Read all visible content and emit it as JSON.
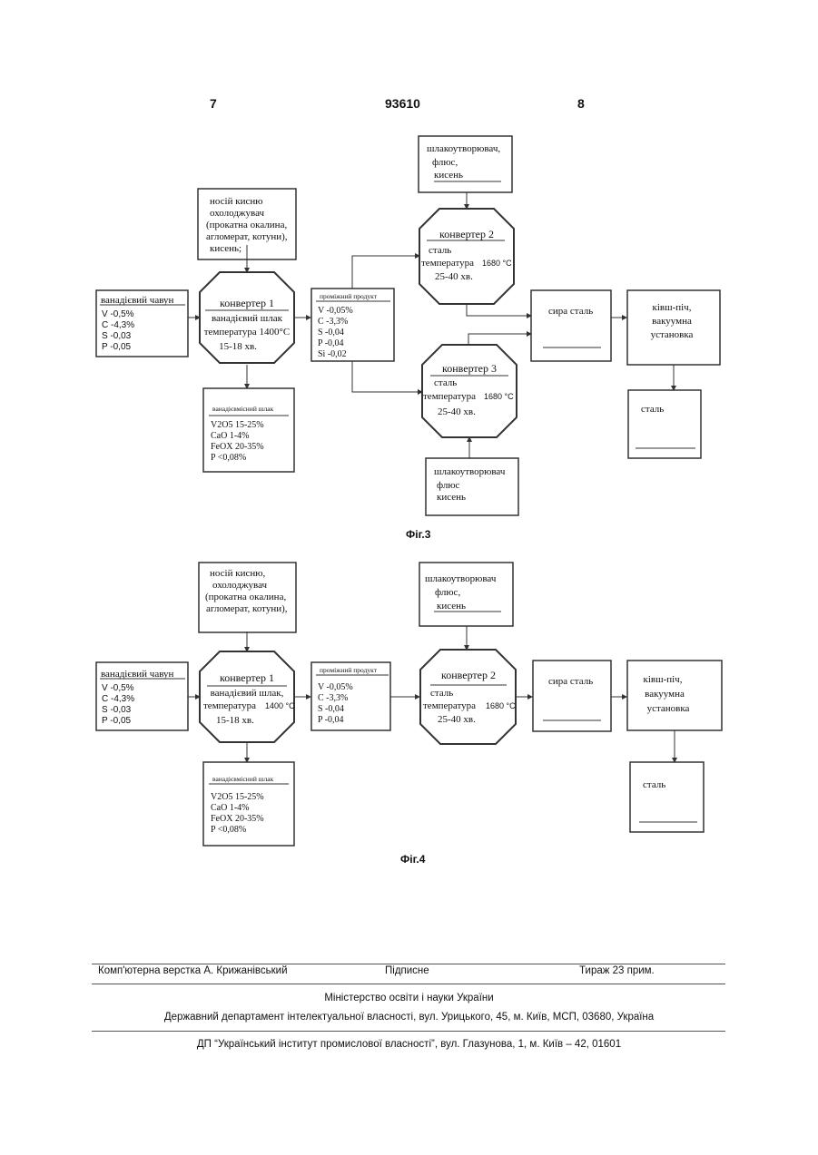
{
  "header": {
    "page_left": "7",
    "patent_number": "93610",
    "page_right": "8"
  },
  "fig3": {
    "caption": "Фіг.3",
    "oxygen_carrier": [
      "носій кисню",
      "охолоджувач",
      "(прокатна окалина,",
      "агломерат, котуни),",
      "кисень;"
    ],
    "vanadium_iron": {
      "title": "ванадієвий чавун",
      "lines": [
        "V -0,5%",
        "C -4,3%",
        "S -0,03",
        "P -0,05"
      ]
    },
    "converter1": [
      "конвертер 1",
      "ванадієвий шлак",
      "температура 1400°C",
      "15-18 хв."
    ],
    "intermediate": {
      "title": "проміжний продукт",
      "lines": [
        "V -0,05%",
        "C -3,3%",
        "S -0,04",
        "P -0,04",
        "Si -0,02"
      ]
    },
    "slag": {
      "title": "ванадієвмісний шлак",
      "lines": [
        "V2O5 15-25%",
        "CaO 1-4%",
        "FeOX 20-35%",
        "P <0,08%"
      ]
    },
    "flux_top": [
      "шлакоутворювач,",
      "флюс,",
      "кисень"
    ],
    "converter2": [
      "конвертер 2",
      "сталь",
      "температура",
      "1680 °C",
      "25-40 хв."
    ],
    "converter3": [
      "конвертер 3",
      "сталь",
      "температура",
      "1680 °C",
      "25-40 хв."
    ],
    "flux_bottom": [
      "шлакоутворювач",
      "флюс",
      "кисень"
    ],
    "raw_steel": "сира сталь",
    "ladle": [
      "ківш-піч,",
      "вакуумна",
      "установка"
    ],
    "steel": "сталь"
  },
  "fig4": {
    "caption": "Фіг.4",
    "oxygen_carrier": [
      "носій кисню,",
      "охолоджувач",
      "(прокатна окалина,",
      "агломерат, котуни),"
    ],
    "vanadium_iron": {
      "title": "ванадієвий чавун",
      "lines": [
        "V -0,5%",
        "C -4,3%",
        "S -0,03",
        "P -0,05"
      ]
    },
    "converter1": [
      "конвертер 1",
      "ванадієвий шлак,",
      "температура",
      "1400 °C",
      "15-18 хв."
    ],
    "intermediate": {
      "title": "проміжний продукт",
      "lines": [
        "V -0,05%",
        "C -3,3%",
        "S -0,04",
        "P -0,04"
      ]
    },
    "slag": {
      "title": "ванадієвмісний шлак",
      "lines": [
        "V2O5 15-25%",
        "CaO 1-4%",
        "FeOX 20-35%",
        "P <0,08%"
      ]
    },
    "flux_top": [
      "шлакоутворювач",
      "флюс,",
      "кисень"
    ],
    "converter2": [
      "конвертер 2",
      "сталь",
      "температура",
      "1680 °C",
      "25-40 хв."
    ],
    "raw_steel": "сира сталь",
    "ladle": [
      "ківш-піч,",
      "вакуумна",
      "установка"
    ],
    "steel": "сталь"
  },
  "footer": {
    "typesetting": "Комп'ютерна верстка А. Крижанівський",
    "signed": "Підписне",
    "circulation": "Тираж 23 прим.",
    "ministry": "Міністерство освіти і науки України",
    "department": "Державний департамент інтелектуальної власності, вул. Урицького, 45, м. Київ, МСП, 03680, Україна",
    "institute": "ДП “Український інститут промислової власності”, вул. Глазунова, 1, м. Київ – 42, 01601"
  }
}
